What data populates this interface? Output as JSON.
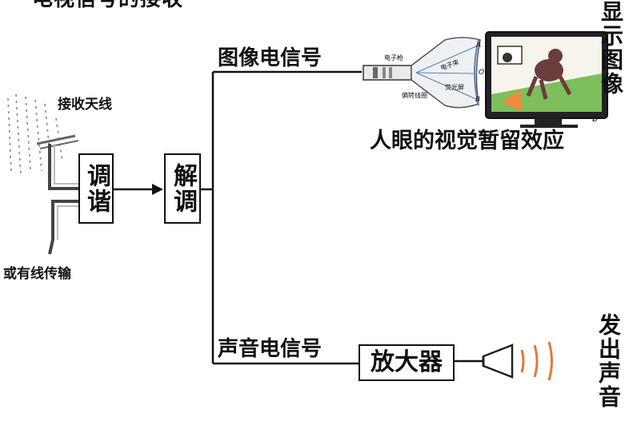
{
  "header": {
    "cut_title": "电视信号的接收"
  },
  "antenna": {
    "receive_label": "接收天线",
    "wire_label": "或有线传输"
  },
  "blocks": {
    "tuning": "调谐",
    "demod": "解调",
    "amplifier": "放大器"
  },
  "signals": {
    "image_signal": "图像电信号",
    "sound_signal": "声音电信号"
  },
  "crt": {
    "gun": "电子枪",
    "deflect_coil": "偏转线圈",
    "beam": "电子束",
    "screen": "荧光屏",
    "points": [
      "A",
      "O",
      "B"
    ]
  },
  "tv": {
    "corner_label": "b"
  },
  "outputs": {
    "show_image": "显示图像",
    "persistence": "人眼的视觉暂留效应",
    "emit_sound": "发出声音"
  },
  "colors": {
    "sound_wave": "#e07a3a",
    "cone": "#f08a3c",
    "screen_blue": "#5a7fb8"
  }
}
